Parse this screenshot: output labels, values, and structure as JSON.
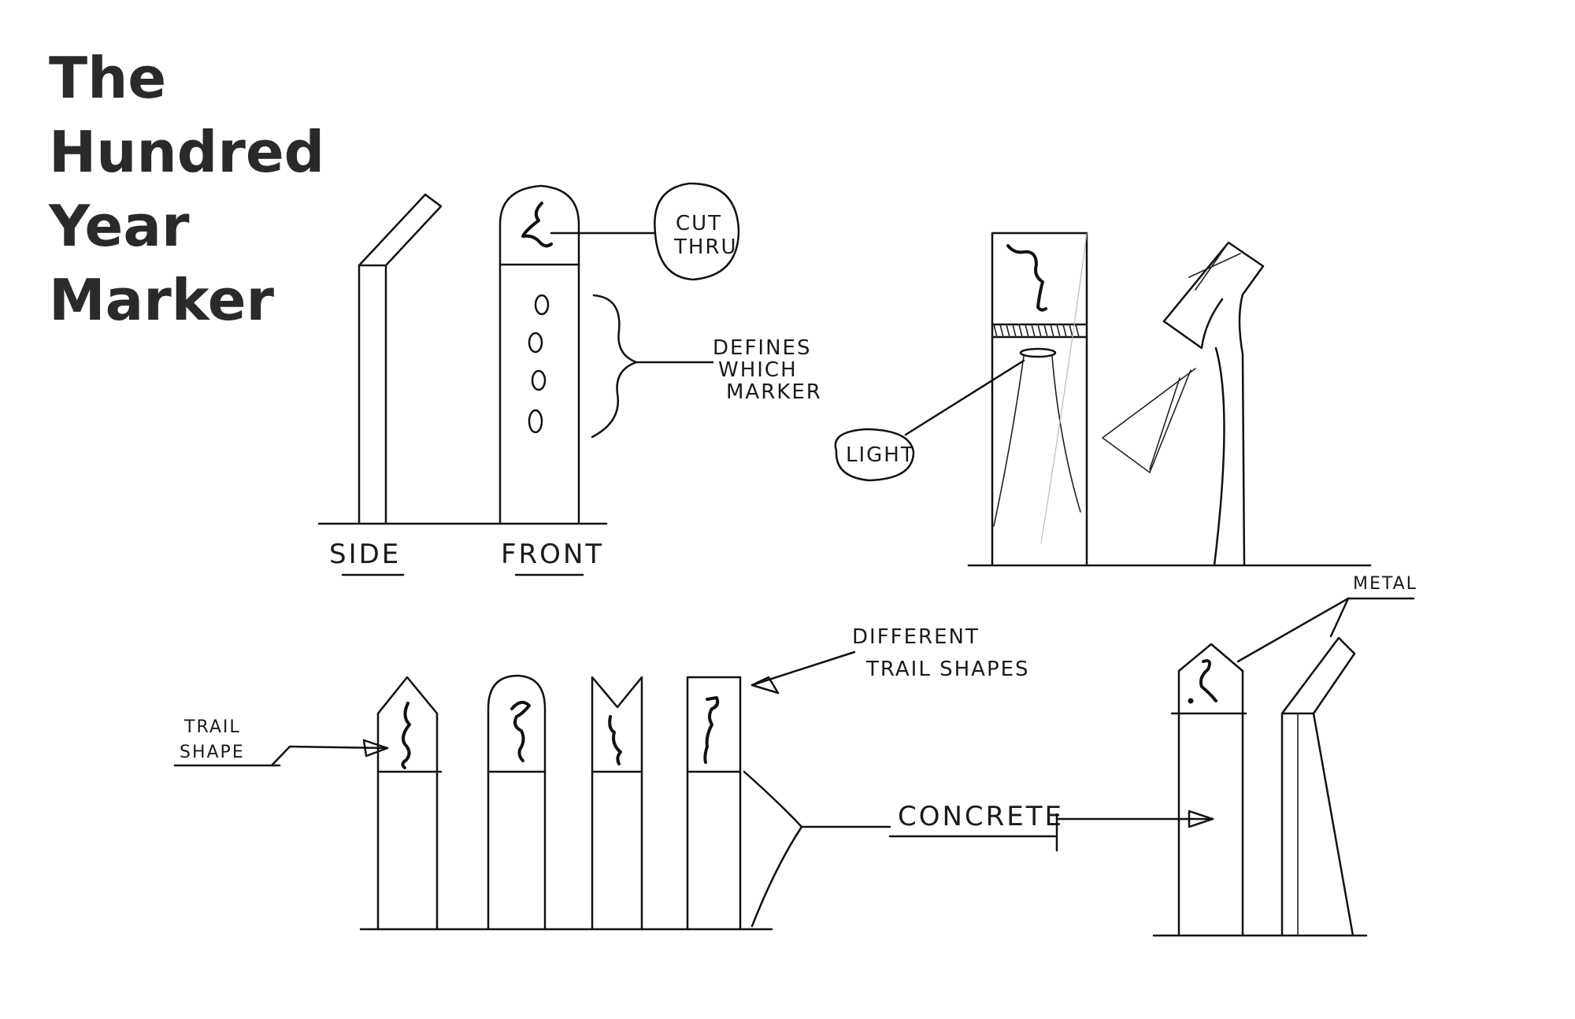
{
  "title": {
    "line1": "The",
    "line2": "Hundred",
    "line3": "Year",
    "line4": "Marker"
  },
  "labels": {
    "side": "SIDE",
    "front": "FRONT",
    "cut_thru_1": "CUT",
    "cut_thru_2": "THRU",
    "defines_1": "DEFINES",
    "defines_2": "WHICH",
    "defines_3": "MARKER",
    "light": "LIGHT",
    "metal": "METAL",
    "different_1": "DIFFERENT",
    "different_2": "TRAIL SHAPES",
    "trail_1": "TRAIL",
    "trail_2": "SHAPE",
    "concrete": "CONCRETE"
  }
}
